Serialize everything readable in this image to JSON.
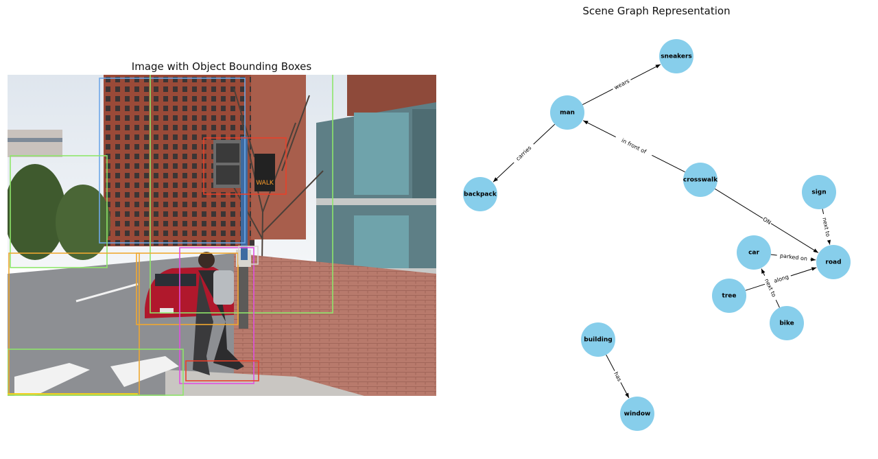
{
  "left_panel": {
    "title": "Image with Object Bounding Boxes",
    "sign_text": "WALK"
  },
  "right_panel": {
    "title": "Scene Graph Representation"
  },
  "colors": {
    "node_fill": "#87ceeb",
    "box_blue": "#6fa8e8",
    "box_green": "#8ee66a",
    "box_red": "#e8402a",
    "box_orange": "#f0a830",
    "box_magenta": "#e050e0",
    "box_yellow": "#f0d020"
  },
  "graph": {
    "nodes": [
      {
        "id": "sneakers",
        "label": "sneakers"
      },
      {
        "id": "man",
        "label": "man"
      },
      {
        "id": "backpack",
        "label": "backpack"
      },
      {
        "id": "crosswalk",
        "label": "crosswalk"
      },
      {
        "id": "sign",
        "label": "sign"
      },
      {
        "id": "car",
        "label": "car"
      },
      {
        "id": "road",
        "label": "road"
      },
      {
        "id": "tree",
        "label": "tree"
      },
      {
        "id": "bike",
        "label": "bike"
      },
      {
        "id": "building",
        "label": "building"
      },
      {
        "id": "window",
        "label": "window"
      }
    ],
    "edges": [
      {
        "from": "man",
        "to": "sneakers",
        "label": "wears"
      },
      {
        "from": "man",
        "to": "backpack",
        "label": "carries"
      },
      {
        "from": "crosswalk",
        "to": "man",
        "label": "in front of"
      },
      {
        "from": "crosswalk",
        "to": "road",
        "label": "ON"
      },
      {
        "from": "sign",
        "to": "road",
        "label": "next to"
      },
      {
        "from": "car",
        "to": "road",
        "label": "parked on"
      },
      {
        "from": "tree",
        "to": "road",
        "label": "along"
      },
      {
        "from": "bike",
        "to": "car",
        "label": "next to"
      },
      {
        "from": "building",
        "to": "window",
        "label": "has"
      }
    ]
  }
}
